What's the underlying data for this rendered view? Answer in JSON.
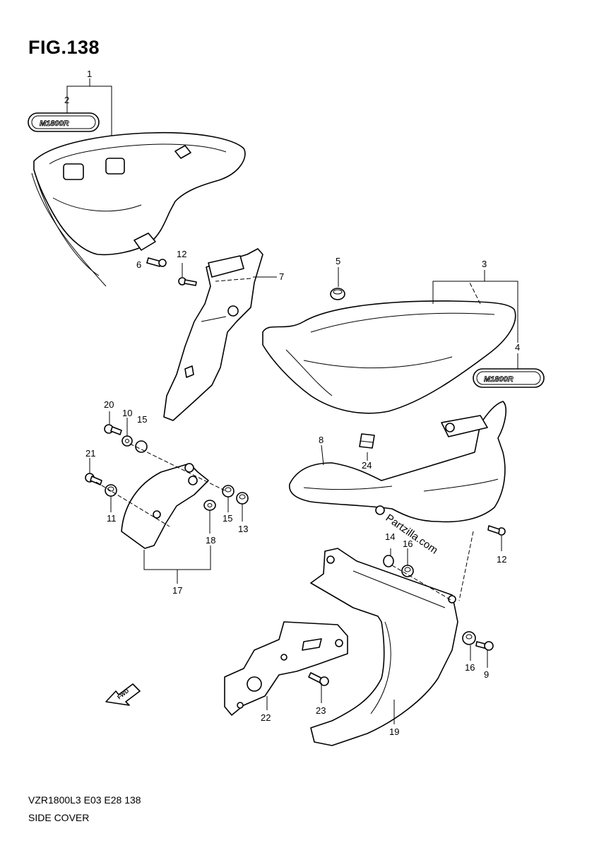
{
  "figure_title": "FIG.138",
  "footer": {
    "code": "VZR1800L3  E03  E28  138",
    "title": "SIDE COVER"
  },
  "watermark": "Partzilla.com",
  "emblem_text": "M1800R",
  "fwd_label": "FWD",
  "callouts": {
    "c1": "1",
    "c2": "2",
    "c3": "3",
    "c4": "4",
    "c5": "5",
    "c6": "6",
    "c7": "7",
    "c8": "8",
    "c9": "9",
    "c10": "10",
    "c11": "11",
    "c12a": "12",
    "c12b": "12",
    "c13": "13",
    "c14": "14",
    "c15a": "15",
    "c15b": "15",
    "c16a": "16",
    "c16b": "16",
    "c17": "17",
    "c18": "18",
    "c19": "19",
    "c20": "20",
    "c21": "21",
    "c22": "22",
    "c23": "23",
    "c24": "24"
  }
}
